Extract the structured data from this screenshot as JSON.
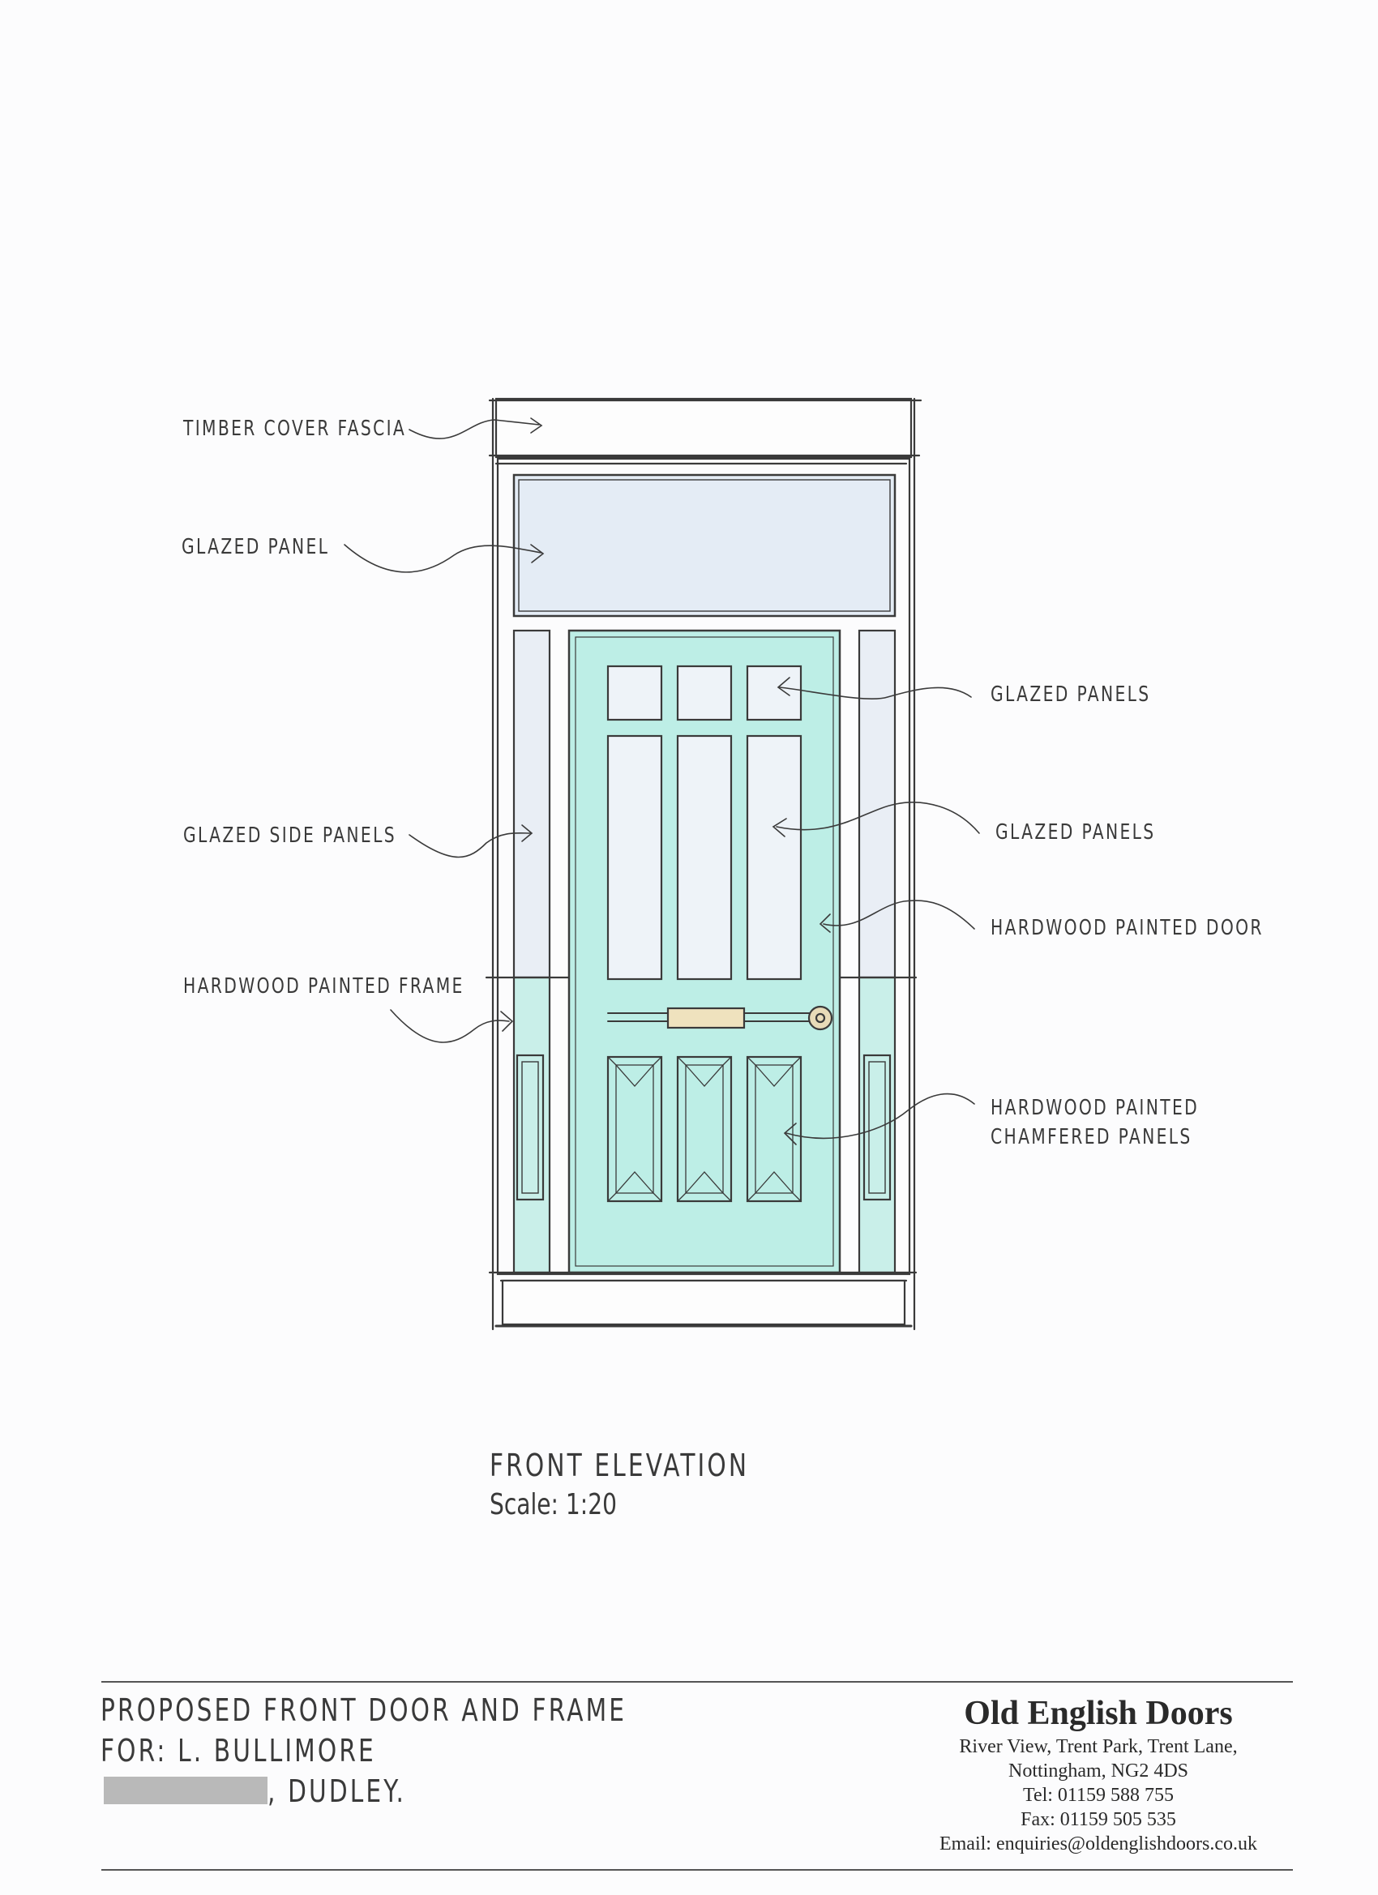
{
  "labels": {
    "timber_cover_fascia": "TIMBER COVER FASCIA",
    "glazed_panel": "GLAZED PANEL",
    "glazed_side_panels": "GLAZED SIDE PANELS",
    "hardwood_painted_frame": "HARDWOOD PAINTED FRAME",
    "glazed_panels_upper": "GLAZED PANELS",
    "glazed_panels_middle": "GLAZED PANELS",
    "hardwood_painted_door": "HARDWOOD PAINTED DOOR",
    "hardwood_chamfered_1": "HARDWOOD PAINTED",
    "hardwood_chamfered_2": "CHAMFERED PANELS"
  },
  "drawing_title": {
    "name": "FRONT ELEVATION",
    "scale": "Scale: 1:20"
  },
  "title_block": {
    "line1": "PROPOSED FRONT DOOR AND FRAME",
    "line2": "FOR: L. BULLIMORE",
    "line3": ", DUDLEY."
  },
  "company": {
    "name": "Old English Doors",
    "address1": "River View, Trent Park, Trent Lane,",
    "address2": "Nottingham, NG2 4DS",
    "tel": "Tel: 01159 588 755",
    "fax": "Fax: 01159 505 535",
    "email": "Email: enquiries@oldenglishdoors.co.uk"
  },
  "colors": {
    "door_fill": "#bdeee6",
    "glass_fill": "#e4ecf5",
    "letterplate_fill": "#efe2be",
    "line": "#3a3a3a"
  }
}
